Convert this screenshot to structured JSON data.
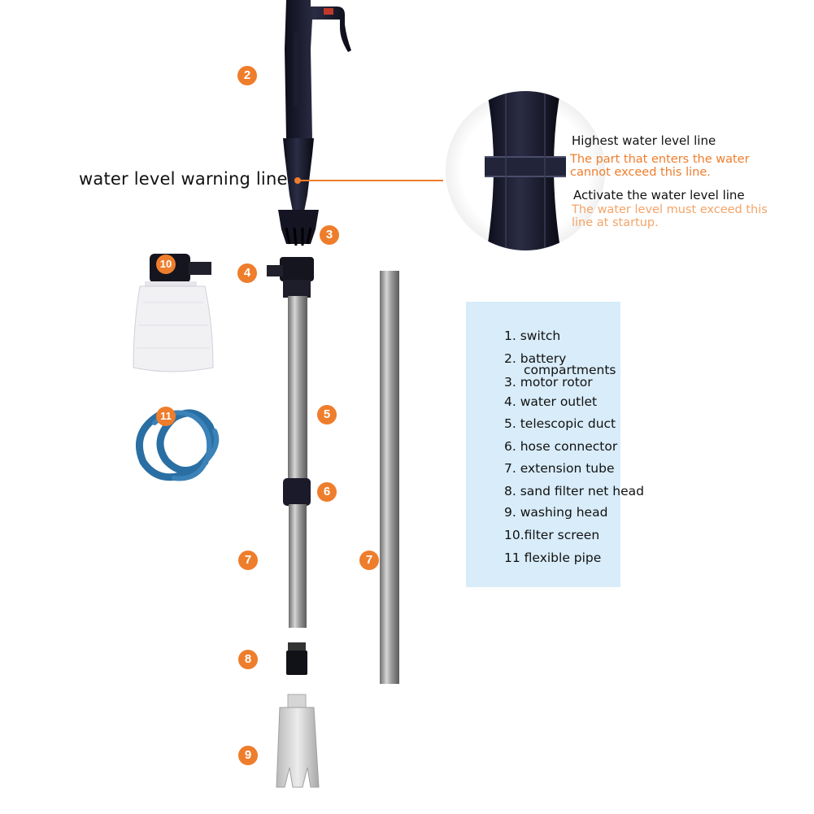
{
  "colors": {
    "accent": "#ee7d2c",
    "legend_bg": "#d8ecf9",
    "hose_blue": "#2a6fa3",
    "background": "#ffffff",
    "text": "#111111"
  },
  "callouts": {
    "water_level_warning": "water level warning line",
    "highest_title": "Highest water level line",
    "highest_note_1": "The part that enters the water",
    "highest_note_2": "cannot exceed this line.",
    "activate_title": "Activate the water level line",
    "activate_note_1": "The water level must exceed this",
    "activate_note_2": "line at startup."
  },
  "badges": {
    "b2": "2",
    "b3": "3",
    "b4": "4",
    "b5": "5",
    "b6": "6",
    "b7a": "7",
    "b7b": "7",
    "b8": "8",
    "b9": "9",
    "b10": "10",
    "b11": "11"
  },
  "legend": {
    "items": [
      {
        "num": "1.",
        "label": "switch"
      },
      {
        "num": "2.",
        "label": "battery",
        "label2": "compartments"
      },
      {
        "num": "3.",
        "label": "motor rotor"
      },
      {
        "num": "4.",
        "label": "water outlet"
      },
      {
        "num": "5.",
        "label": "telescopic duct"
      },
      {
        "num": "6.",
        "label": "hose connector"
      },
      {
        "num": "7.",
        "label": "extension tube"
      },
      {
        "num": "8.",
        "label": "sand filter net head"
      },
      {
        "num": "9.",
        "label": "washing head"
      },
      {
        "num": "10.",
        "label": "filter screen"
      },
      {
        "num": "11",
        "label": "flexible pipe"
      }
    ]
  }
}
